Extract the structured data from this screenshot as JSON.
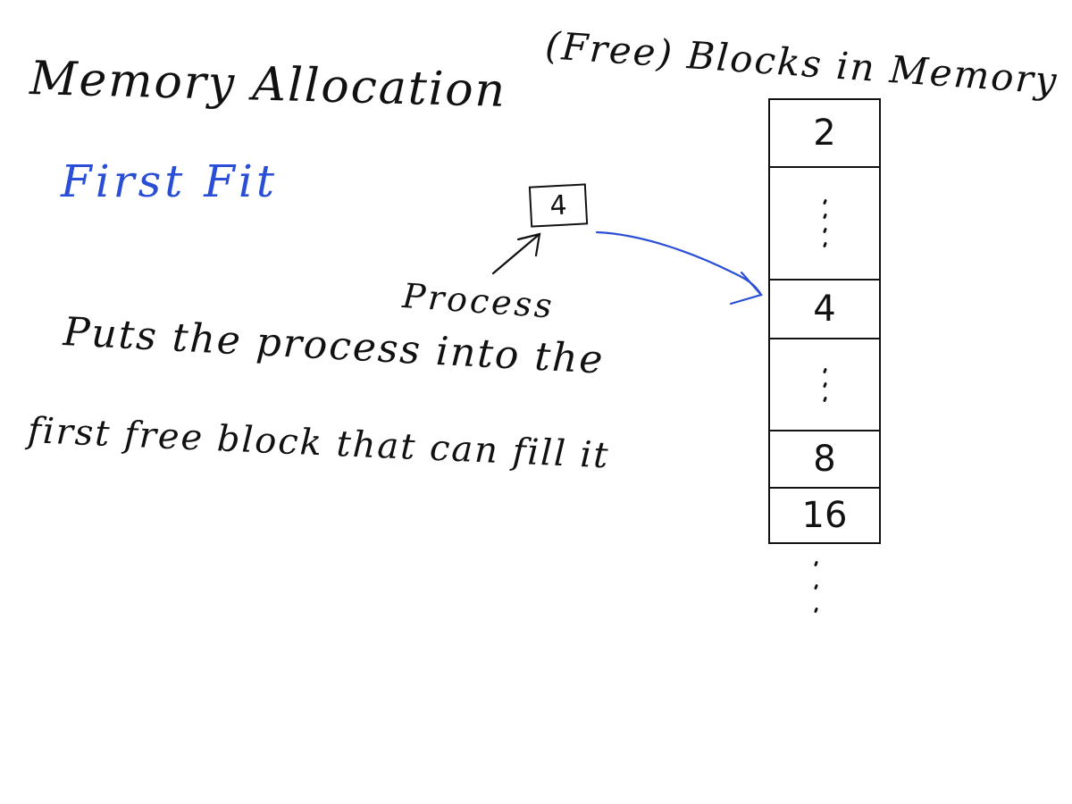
{
  "title": "Memory Allocation",
  "subtitle": "First Fit",
  "memory_title": "(Free) Blocks in Memory",
  "process": {
    "label": "Process",
    "size": "4"
  },
  "description": {
    "line1": "Puts the process into the",
    "line2": "first free block that can fill it"
  },
  "memory_blocks": [
    {
      "value": "2"
    },
    {
      "value": ""
    },
    {
      "value": "4"
    },
    {
      "value": ""
    },
    {
      "value": "8"
    },
    {
      "value": "16"
    }
  ],
  "colors": {
    "ink": "#111111",
    "accent": "#2a4fd6"
  }
}
